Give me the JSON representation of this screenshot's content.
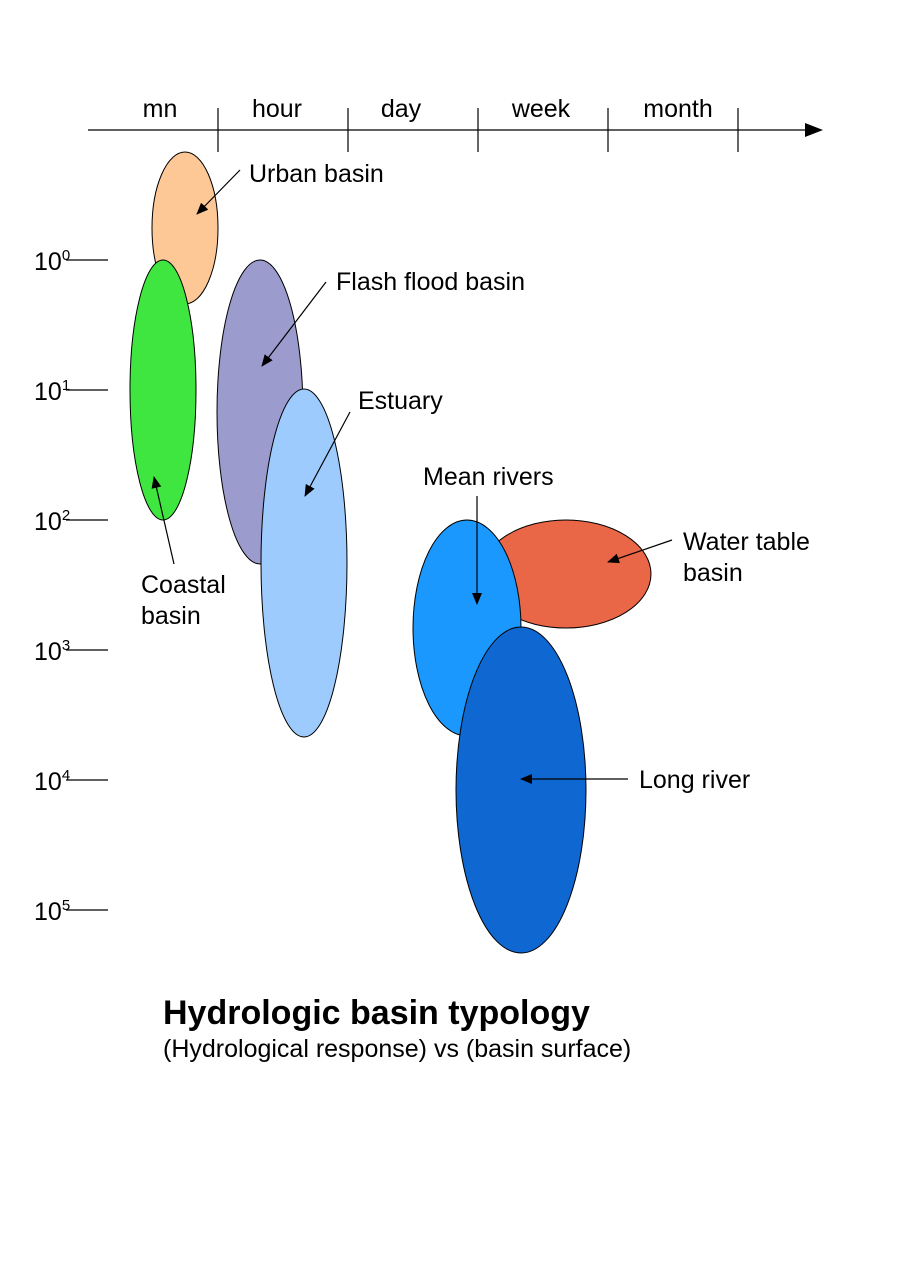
{
  "time_axis": {
    "labels": [
      "mn",
      "hour",
      "day",
      "week",
      "month"
    ]
  },
  "surface_axis": {
    "base": "10",
    "exponents": [
      "0",
      "1",
      "2",
      "3",
      "4",
      "5"
    ]
  },
  "basins": {
    "urban": {
      "label": "Urban basin",
      "color": "#fdc896"
    },
    "coastal": {
      "label_line1": "Coastal",
      "label_line2": "basin",
      "color": "#40e640"
    },
    "flash_flood": {
      "label": "Flash flood basin",
      "color": "#9b9bcd"
    },
    "estuary": {
      "label": "Estuary",
      "color": "#9dcbfd"
    },
    "mean_rivers": {
      "label": "Mean rivers",
      "color": "#1a98fd"
    },
    "water_table": {
      "label_line1": "Water table",
      "label_line2": "basin",
      "color": "#e96646"
    },
    "long_river": {
      "label": "Long river",
      "color": "#0f67d1"
    }
  },
  "title": "Hydrologic basin typology",
  "subtitle": "(Hydrological response) vs (basin surface)"
}
